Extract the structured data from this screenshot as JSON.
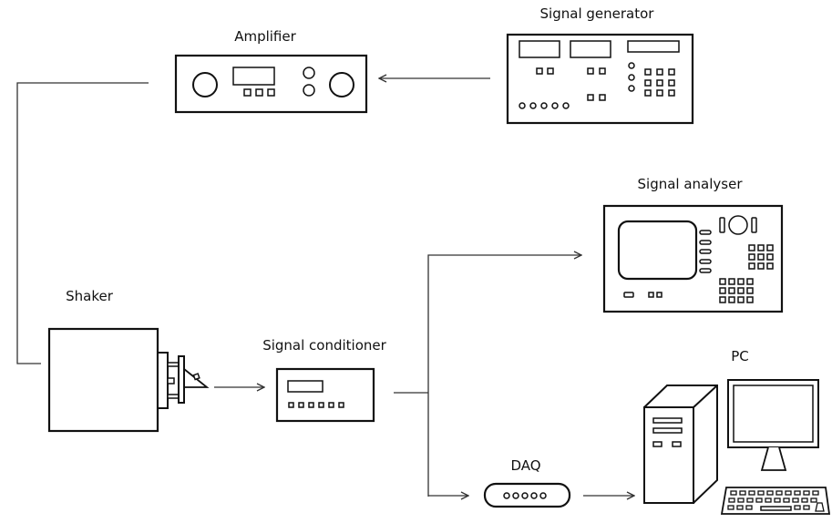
{
  "title": "Vibration test measurement setup",
  "components": {
    "amplifier": {
      "label": "Amplifier",
      "icon": "amplifier-icon"
    },
    "signal_generator": {
      "label": "Signal generator",
      "icon": "signal-generator-icon"
    },
    "signal_analyser": {
      "label": "Signal analyser",
      "icon": "signal-analyser-icon"
    },
    "shaker": {
      "label": "Shaker",
      "icon": "shaker-icon"
    },
    "signal_conditioner": {
      "label": "Signal conditioner",
      "icon": "signal-conditioner-icon"
    },
    "daq": {
      "label": "DAQ",
      "icon": "daq-icon"
    },
    "pc": {
      "label": "PC",
      "icon": "pc-icon"
    }
  },
  "connections": [
    {
      "from": "Signal generator",
      "to": "Amplifier",
      "arrow": true
    },
    {
      "from": "Amplifier",
      "to": "Shaker",
      "arrow": false
    },
    {
      "from": "Shaker",
      "to": "Signal conditioner",
      "arrow": true
    },
    {
      "from": "Signal conditioner",
      "to": "Signal analyser",
      "arrow": true
    },
    {
      "from": "Signal conditioner",
      "to": "DAQ",
      "arrow": true
    },
    {
      "from": "DAQ",
      "to": "PC",
      "arrow": true
    }
  ]
}
